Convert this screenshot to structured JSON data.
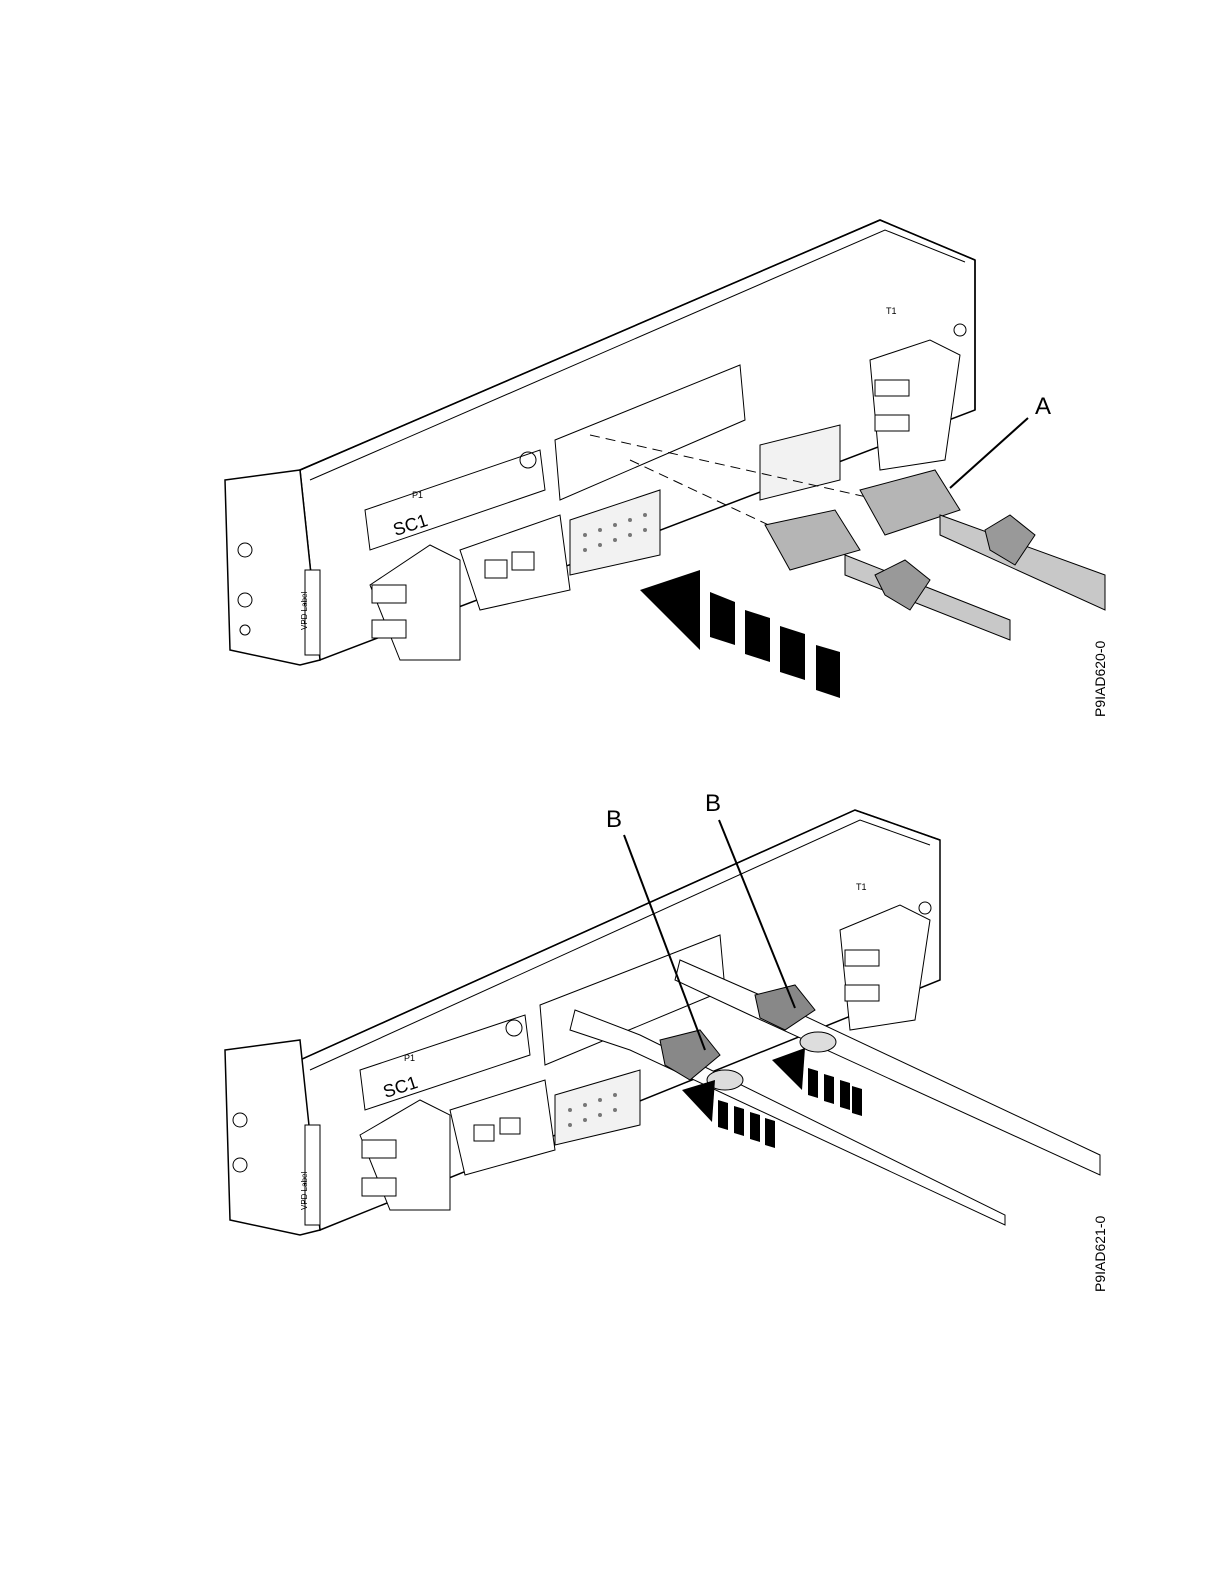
{
  "figures": [
    {
      "id": "P9IAD620-0",
      "callouts": [
        "A"
      ],
      "labels": {
        "sc": "SC1",
        "vpd": "VPD Label",
        "p1": "P1",
        "t1": "T1"
      },
      "arrows": 1
    },
    {
      "id": "P9IAD621-0",
      "callouts": [
        "B",
        "B"
      ],
      "labels": {
        "sc": "SC1",
        "vpd": "VPD Label",
        "p1": "P1",
        "t1": "T1"
      },
      "arrows": 2
    }
  ],
  "colors": {
    "line": "#000000",
    "cable": "#b5b5b5",
    "chassis": "#ffffff",
    "shade": "#d9d9d9"
  }
}
